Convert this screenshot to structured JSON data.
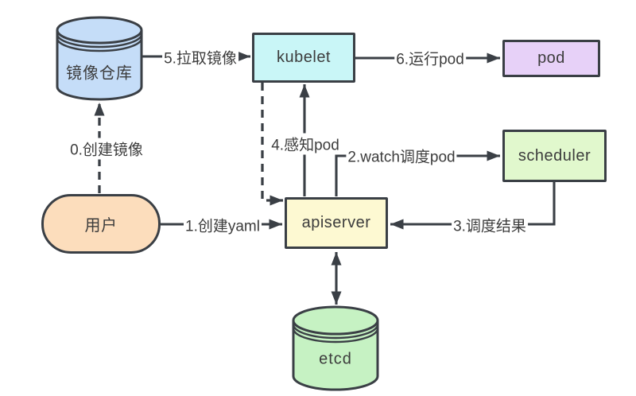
{
  "diagram": {
    "type": "flowchart",
    "background": "#ffffff",
    "stroke_color": "#3a3f45",
    "text_color": "#3c3c3c",
    "nodes": {
      "image_repo": {
        "label": "镜像仓库",
        "shape": "cylinder",
        "fill": "#c5ddf8"
      },
      "kubelet": {
        "label": "kubelet",
        "shape": "rect",
        "fill": "#c9f6f7"
      },
      "pod": {
        "label": "pod",
        "shape": "rect",
        "fill": "#e7d1f8"
      },
      "scheduler": {
        "label": "scheduler",
        "shape": "rect",
        "fill": "#e1f8cd"
      },
      "apiserver": {
        "label": "apiserver",
        "shape": "rect",
        "fill": "#fdf9d2"
      },
      "user": {
        "label": "用户",
        "shape": "rounded",
        "fill": "#fcddbc"
      },
      "etcd": {
        "label": "etcd",
        "shape": "cylinder",
        "fill": "#c6f2c3"
      }
    },
    "edges": [
      {
        "label": "0.创建镜像",
        "from": "user",
        "to": "image_repo",
        "style": "dashed"
      },
      {
        "label": "1.创建yaml",
        "from": "user",
        "to": "apiserver",
        "style": "solid"
      },
      {
        "label": "2.watch调度pod",
        "from": "apiserver",
        "to": "scheduler",
        "style": "solid"
      },
      {
        "label": "3.调度结果",
        "from": "scheduler",
        "to": "apiserver",
        "style": "solid"
      },
      {
        "label": "4.感知pod",
        "from": "apiserver",
        "to": "kubelet",
        "style": "solid"
      },
      {
        "label": "5.拉取镜像",
        "from": "image_repo",
        "to": "kubelet",
        "style": "solid"
      },
      {
        "label": "6.运行pod",
        "from": "kubelet",
        "to": "pod",
        "style": "solid"
      },
      {
        "label": "",
        "from": "kubelet",
        "to": "apiserver",
        "style": "dashed"
      },
      {
        "label": "",
        "from": "apiserver",
        "to": "etcd",
        "style": "double-arrow"
      }
    ]
  }
}
